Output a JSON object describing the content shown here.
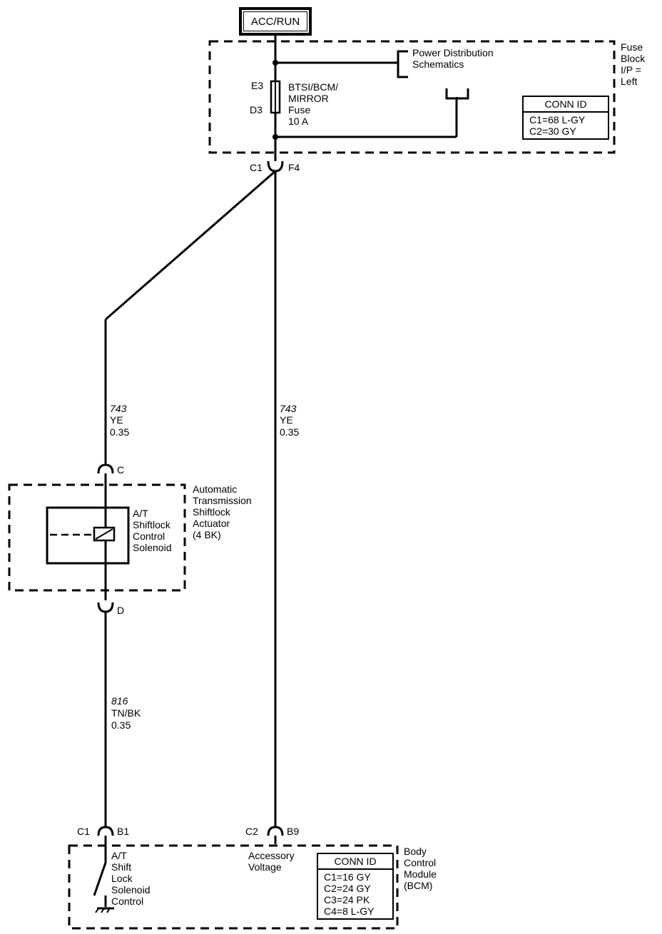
{
  "power_source": "ACC/RUN",
  "fuse_block": {
    "label": "Fuse\nBlock\nI/P =\nLeft",
    "fuse_pin_top": "E3",
    "fuse_pin_bottom": "D3",
    "fuse_label": "BTSI/BCM/\nMIRROR\nFuse\n10 A",
    "power_dist": "Power Distribution\nSchematics",
    "conn_title": "CONN ID",
    "conn_lines": "C1=68 L-GY\nC2=30 GY",
    "out_connector": "C1",
    "out_pin": "F4"
  },
  "wire_left_top": {
    "circuit": "743",
    "color": "YE",
    "size": "0.35"
  },
  "wire_right": {
    "circuit": "743",
    "color": "YE",
    "size": "0.35"
  },
  "actuator": {
    "label": "Automatic\nTransmission\nShiftlock\nActuator\n(4 BK)",
    "solenoid_label": "A/T\nShiftlock\nControl\nSolenoid",
    "pin_top": "C",
    "pin_bottom": "D"
  },
  "wire_left_bottom": {
    "circuit": "816",
    "color": "TN/BK",
    "size": "0.35"
  },
  "bcm": {
    "label": "Body\nControl\nModule\n(BCM)",
    "left_connector": "C1",
    "left_pin": "B1",
    "right_connector": "C2",
    "right_pin": "B9",
    "left_function": "A/T\nShift\nLock\nSolenoid\nControl",
    "right_function": "Accessory\nVoltage",
    "conn_title": "CONN ID",
    "conn_lines": "C1=16 GY\nC2=24 GY\nC3=24 PK\nC4=8 L-GY"
  }
}
